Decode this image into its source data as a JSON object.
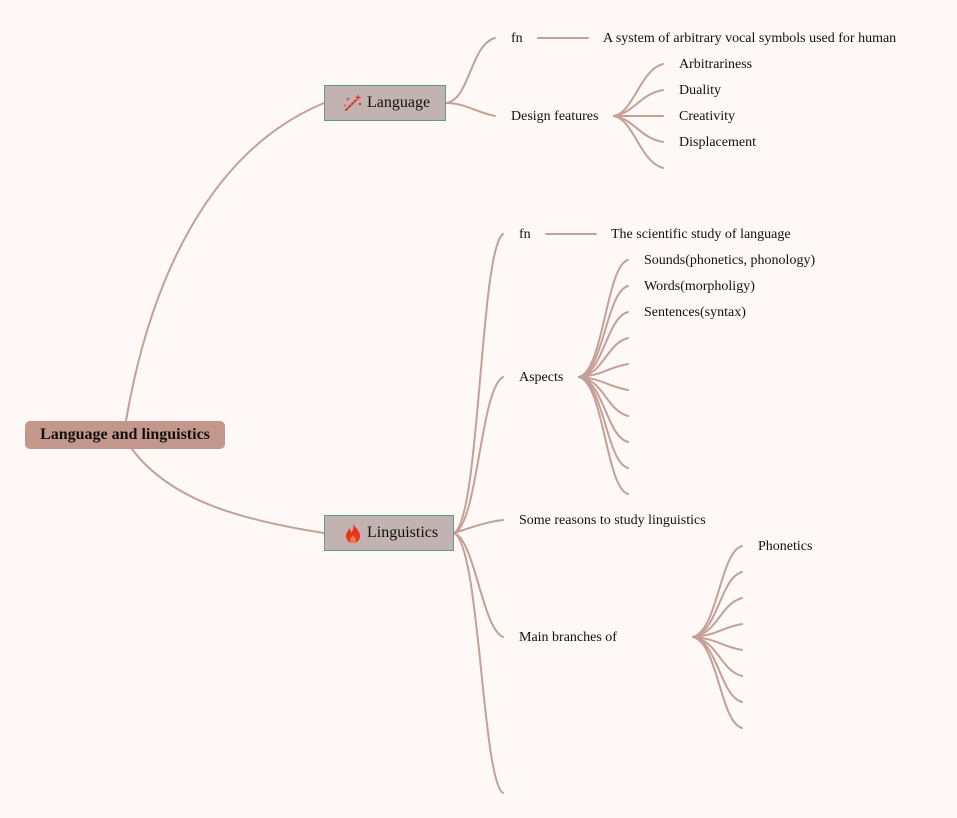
{
  "root": {
    "label": "Language and linguistics"
  },
  "language": {
    "label": "Language",
    "icon": "magic-wand-icon",
    "fn": {
      "label": "fn",
      "definition": "A system of arbitrary vocal symbols used for human"
    },
    "design_features": {
      "label": "Design features",
      "items": [
        "Arbitrariness",
        "Duality",
        "Creativity",
        "Displacement",
        ""
      ]
    }
  },
  "linguistics": {
    "label": "Linguistics",
    "icon": "fire-icon",
    "fn": {
      "label": "fn",
      "definition": "The scientific study of language"
    },
    "aspects": {
      "label": "Aspects",
      "items": [
        "Sounds(phonetics, phonology)",
        "Words(morpholigy)",
        "Sentences(syntax)",
        "",
        "",
        "",
        "",
        "",
        "",
        ""
      ]
    },
    "reasons": {
      "label": "Some reasons to study linguistics"
    },
    "branches": {
      "label": "Main branches of",
      "items": [
        "Phonetics",
        "",
        "",
        "",
        "",
        "",
        "",
        ""
      ]
    },
    "extra": {
      "label": ""
    }
  },
  "colors": {
    "background": "#fef8f7",
    "edge": "#c4a096",
    "root_fill": "#c4978d",
    "main_fill": "#c2b3b0",
    "main_border": "#5e9a86",
    "icon": "#d9381e"
  }
}
